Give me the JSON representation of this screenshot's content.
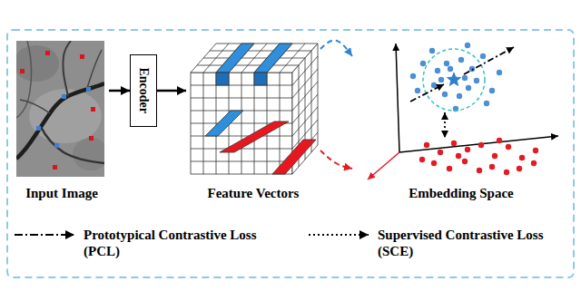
{
  "diagram": {
    "nodes": [
      {
        "text": [
          "Input Image"
        ]
      },
      {
        "text": [
          "Encoder"
        ]
      },
      {
        "text": [
          "Feature Vectors"
        ]
      },
      {
        "text": [
          "Embedding Space"
        ]
      }
    ],
    "edges": [
      {
        "from": 0,
        "to": 1,
        "arrow": "to"
      },
      {
        "from": 1,
        "to": 2,
        "arrow": "to"
      },
      {
        "from": 2,
        "to": 3,
        "arrow": "to"
      },
      {
        "from": 2,
        "to": 3,
        "arrow": "to"
      }
    ],
    "legend": [
      {
        "text": "Prototypical Contrastive Loss (PCL)"
      },
      {
        "text": "Supervised Contrastive Loss (SCE)"
      }
    ]
  }
}
